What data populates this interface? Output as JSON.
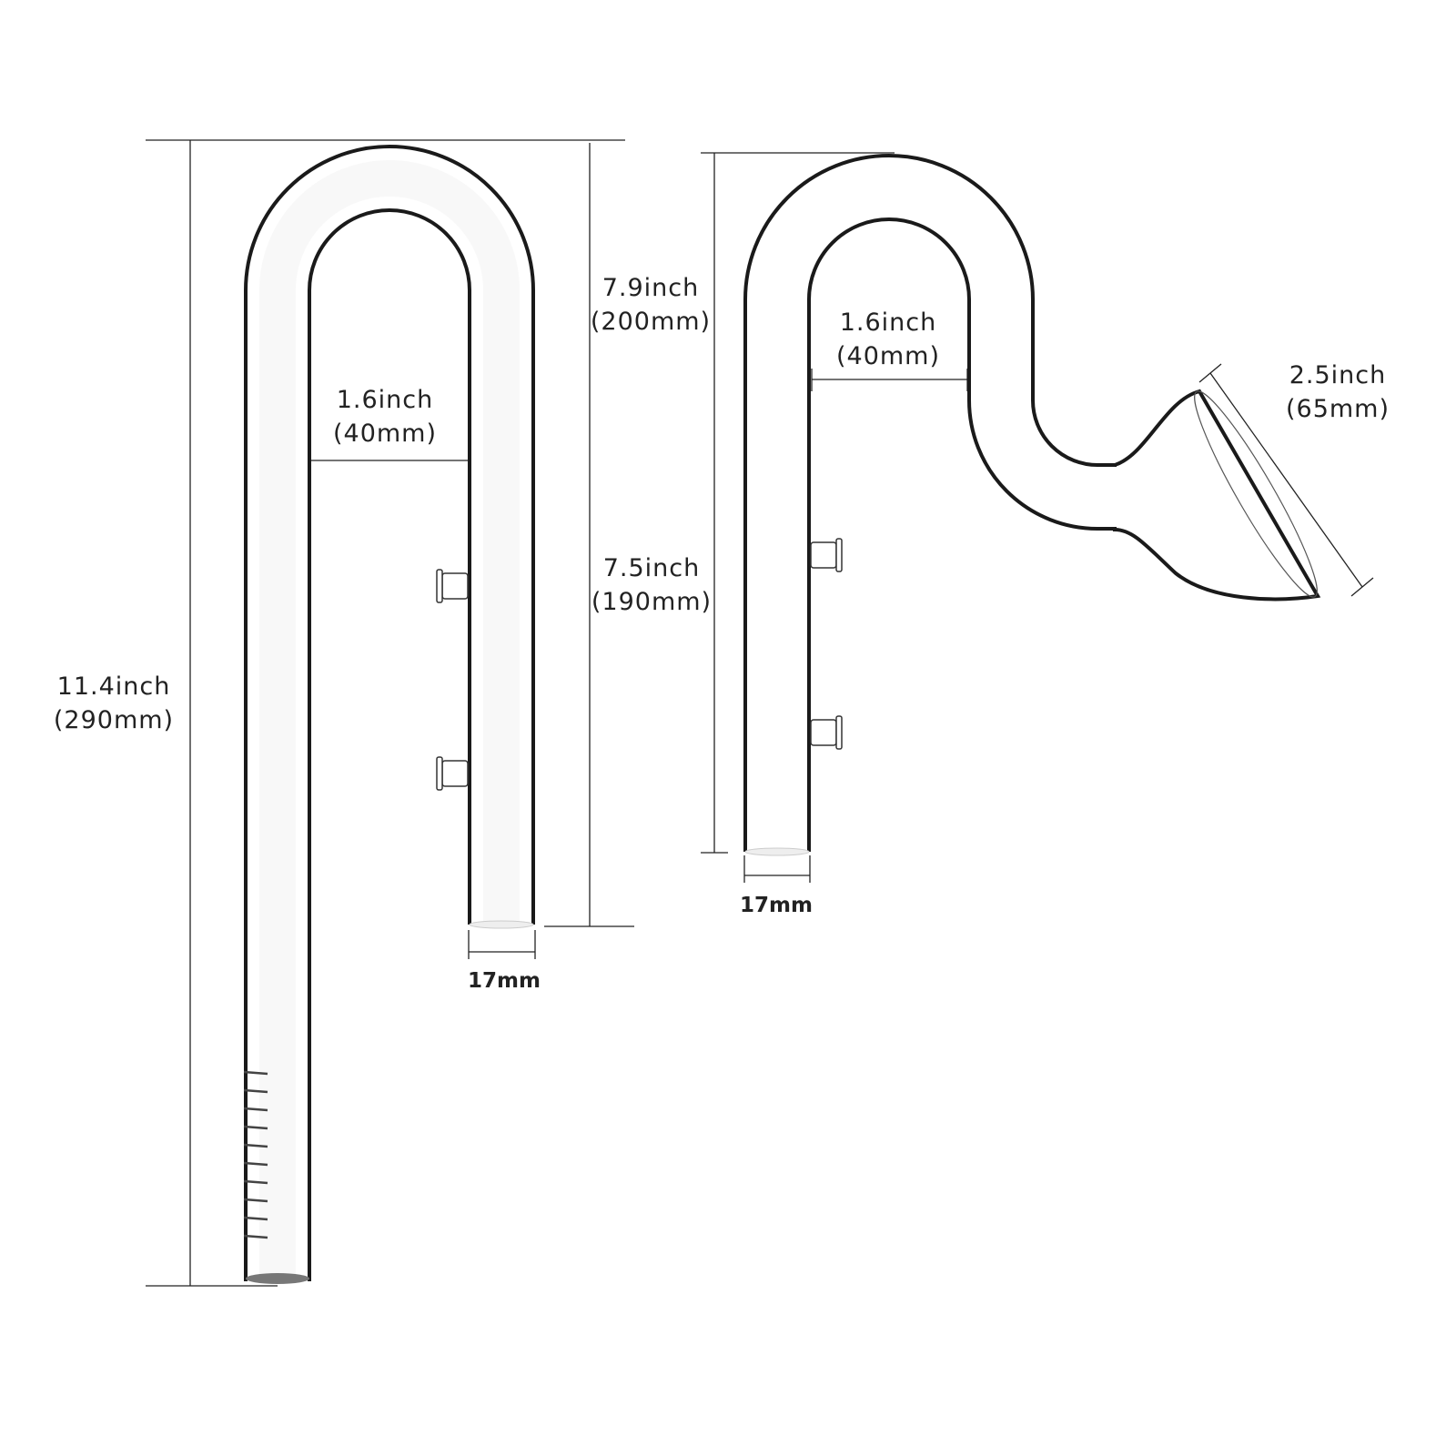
{
  "left_pipe": {
    "height_total": {
      "inch": "11.4inch",
      "mm": "(290mm)"
    },
    "height_outflow": {
      "inch": "7.9inch",
      "mm": "(200mm)"
    },
    "height_leg": {
      "inch": "7.5inch",
      "mm": "(190mm)"
    },
    "gap": {
      "inch": "1.6inch",
      "mm": "(40mm)"
    },
    "diameter": "17mm"
  },
  "right_pipe": {
    "gap": {
      "inch": "1.6inch",
      "mm": "(40mm)"
    },
    "funnel": {
      "inch": "2.5inch",
      "mm": "(65mm)"
    },
    "diameter": "17mm"
  },
  "colors": {
    "line": "#222222",
    "glass": "#ffffff"
  }
}
